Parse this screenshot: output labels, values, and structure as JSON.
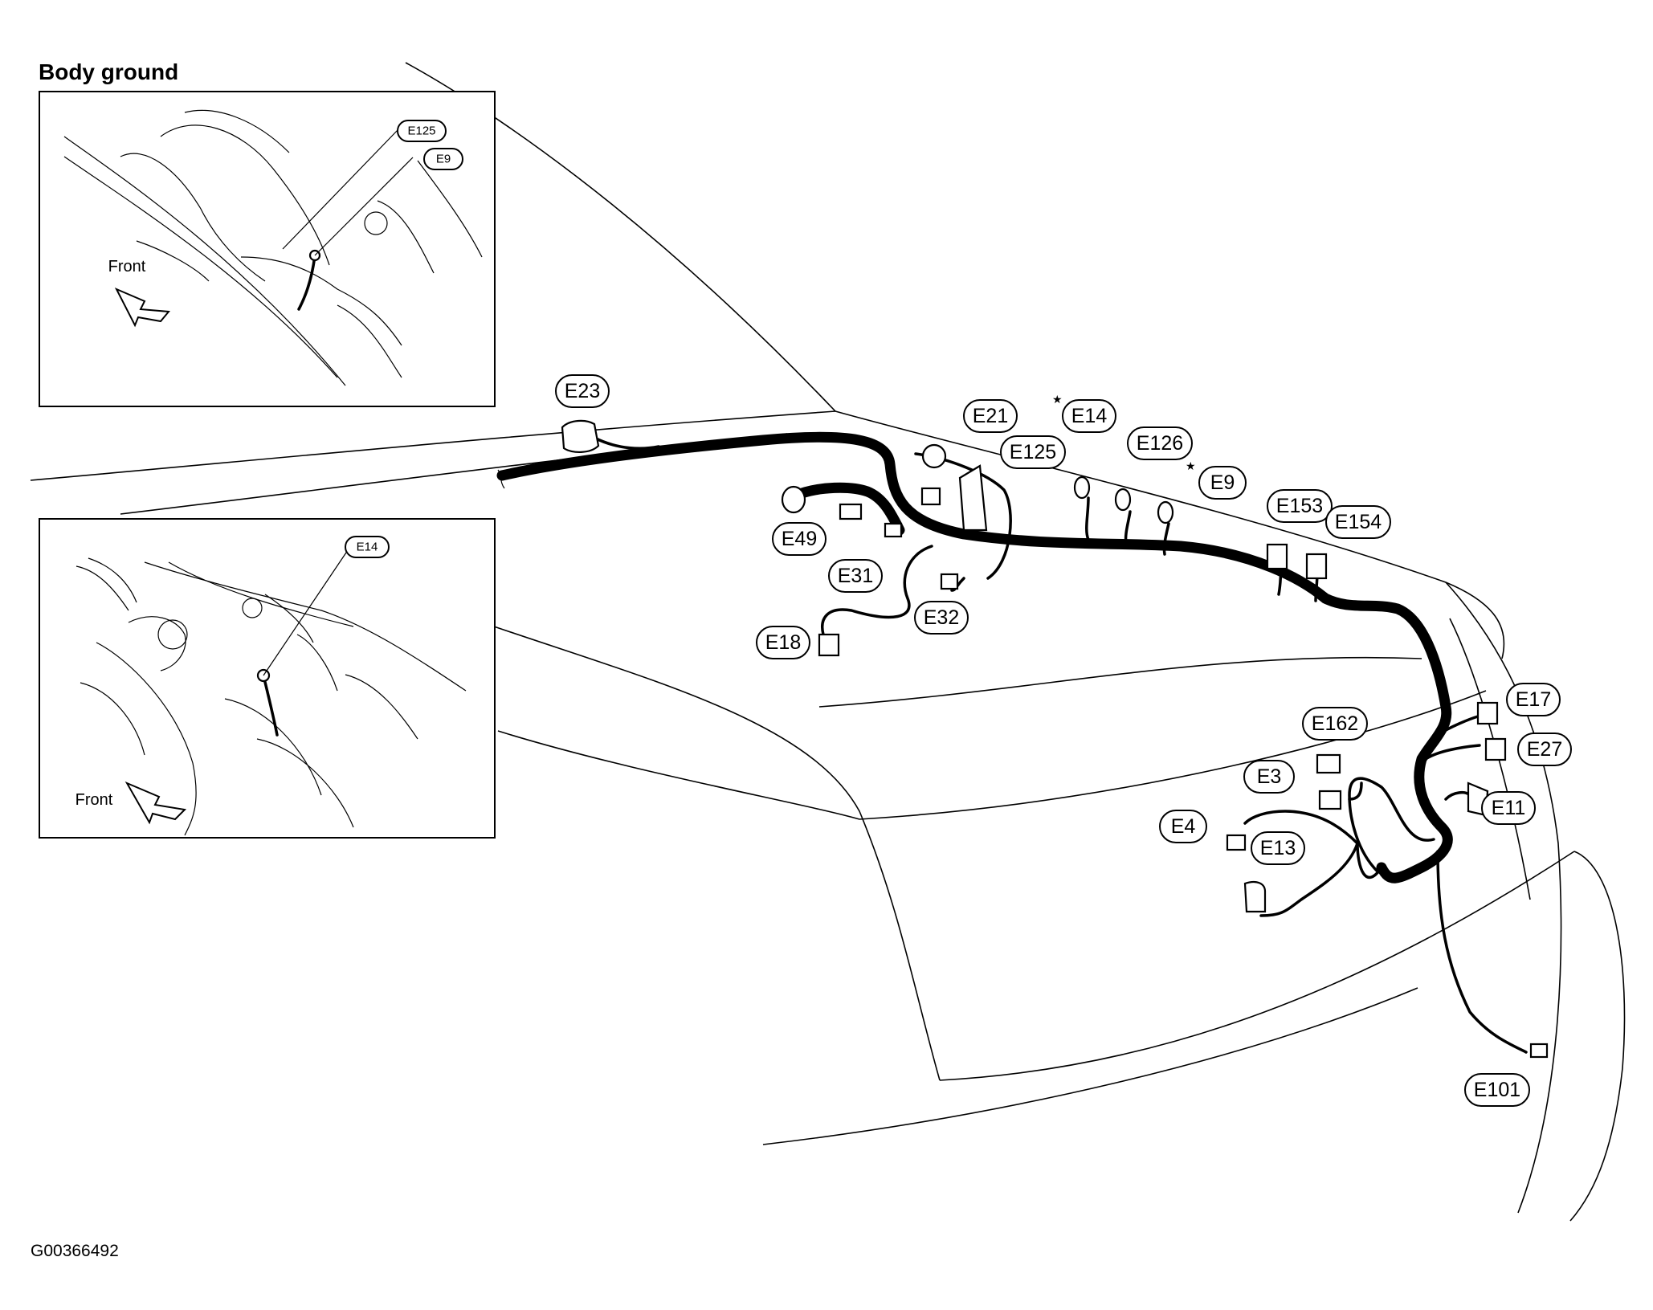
{
  "inset_title": "Body ground",
  "figure_code": "G00366492",
  "front_label": "Front",
  "star_symbol": "★",
  "inset_labels": {
    "top_e125": "E125",
    "top_e9": "E9",
    "bottom_e14": "E14"
  },
  "connector_labels": {
    "E23": "E23",
    "E21": "E21",
    "E14": "E14",
    "E125": "E125",
    "E126": "E126",
    "E9": "E9",
    "E49": "E49",
    "E31": "E31",
    "E32": "E32",
    "E18": "E18",
    "E153": "E153",
    "E154": "E154",
    "E17": "E17",
    "E27": "E27",
    "E162": "E162",
    "E3": "E3",
    "E4": "E4",
    "E13": "E13",
    "E11": "E11",
    "E101": "E101"
  },
  "colors": {
    "line": "#000000",
    "background": "#ffffff"
  }
}
